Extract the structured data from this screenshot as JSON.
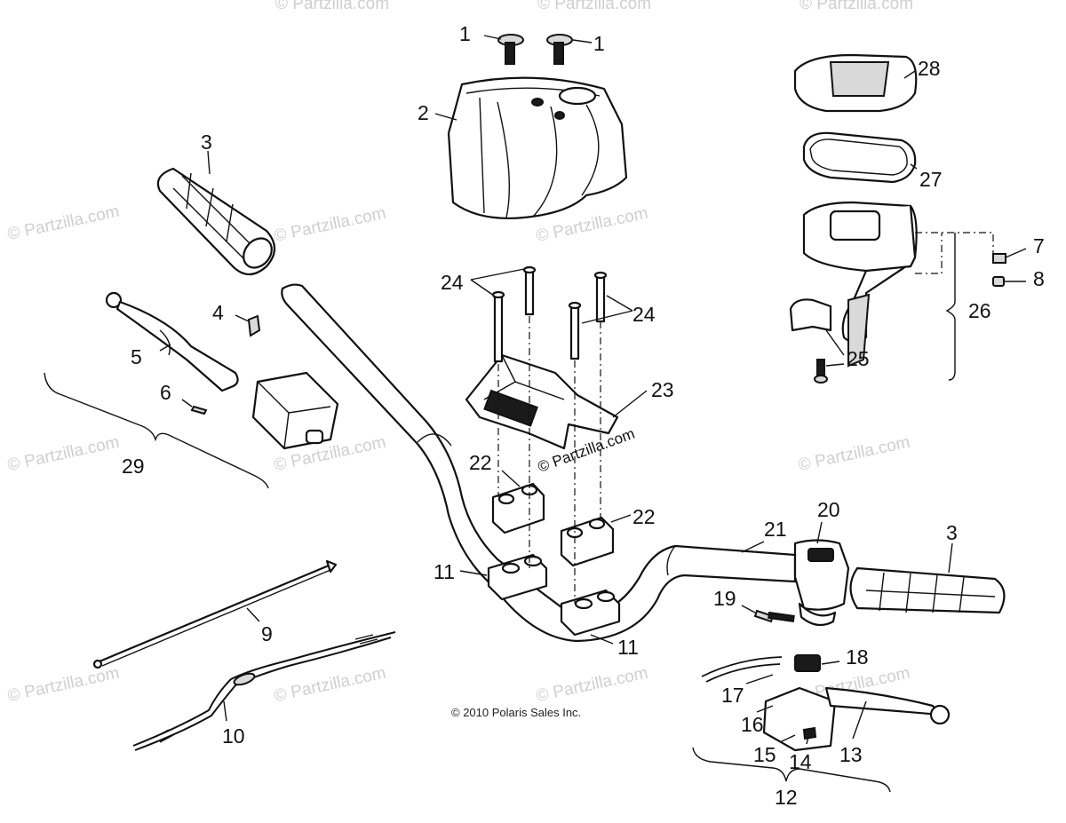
{
  "diagram": {
    "credit": "© 2010 Polaris Sales Inc.",
    "center_copyright": "© Partzilla.com",
    "watermark": "© Partzilla.com",
    "callouts": {
      "c1a": "1",
      "c1b": "1",
      "c2": "2",
      "c3a": "3",
      "c3b": "3",
      "c4": "4",
      "c5": "5",
      "c6": "6",
      "c7": "7",
      "c8": "8",
      "c9": "9",
      "c10": "10",
      "c11a": "11",
      "c11b": "11",
      "c12": "12",
      "c13": "13",
      "c14": "14",
      "c15": "15",
      "c16": "16",
      "c17": "17",
      "c18": "18",
      "c19": "19",
      "c20": "20",
      "c21": "21",
      "c22a": "22",
      "c22b": "22",
      "c23": "23",
      "c24a": "24",
      "c24b": "24",
      "c25": "25",
      "c26": "26",
      "c27": "27",
      "c28": "28",
      "c29": "29"
    }
  }
}
